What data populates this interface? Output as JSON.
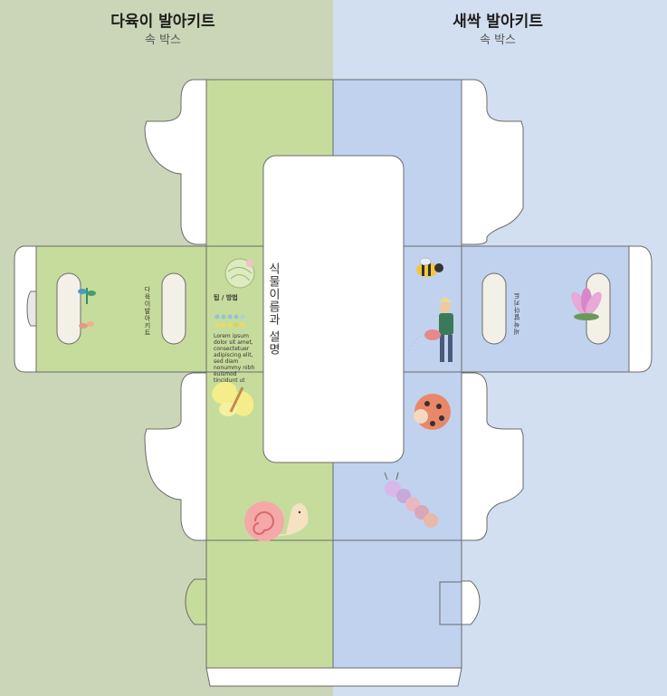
{
  "left_kit": {
    "title": "다육이 발아키트",
    "subtitle": "속 박스"
  },
  "right_kit": {
    "title": "새싹 발아키트",
    "subtitle": "속 박스"
  },
  "window_label": "식물이름과 설명",
  "side_left_text": "다육이발아키트",
  "side_right_text": "새싹발아키트",
  "tips": {
    "heading": "팁 / 방법",
    "body": "Lorem ipsum dolor sit amet, consectetuer adipiscing elit, sed diam nonummy nibh euismod tincidunt ut"
  },
  "colors": {
    "green_bg": "#cbd6b8",
    "green_box": "#c6dc9c",
    "blue_bg": "#d2dff0",
    "blue_box": "#c0d2ee",
    "outline": "#6b6b6b"
  },
  "icons": [
    "seedling-icon",
    "sprout-icon",
    "cabbage-icon",
    "butterfly-icon",
    "snail-icon",
    "bee-icon",
    "gardener-icon",
    "flower-icon",
    "ladybug-icon",
    "caterpillar-icon"
  ]
}
